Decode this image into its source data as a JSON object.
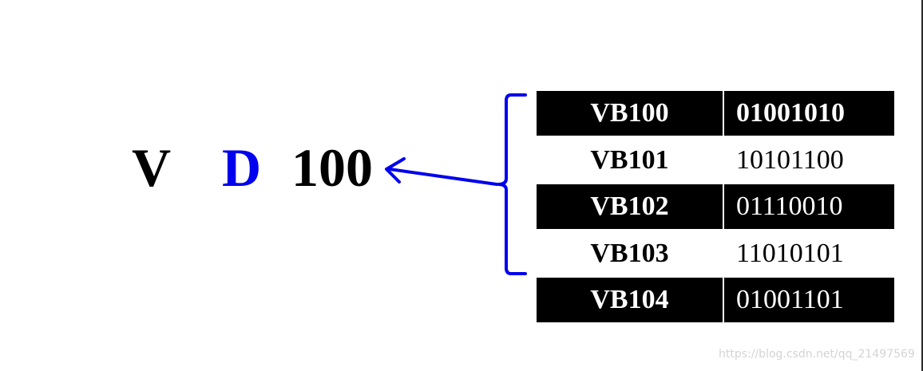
{
  "address": {
    "area": "V",
    "size": "D",
    "number": "100"
  },
  "colors": {
    "size_letter": "#0000ee",
    "bracket": "#0000ee",
    "dark_row": "#000000",
    "light_row": "#ffffff"
  },
  "memory_bytes": [
    {
      "address": "VB100",
      "value": "01001010"
    },
    {
      "address": "VB101",
      "value": "10101100"
    },
    {
      "address": "VB102",
      "value": "01110010"
    },
    {
      "address": "VB103",
      "value": "11010101"
    },
    {
      "address": "VB104",
      "value": "01001101"
    }
  ],
  "watermark": "https://blog.csdn.net/qq_21497569"
}
